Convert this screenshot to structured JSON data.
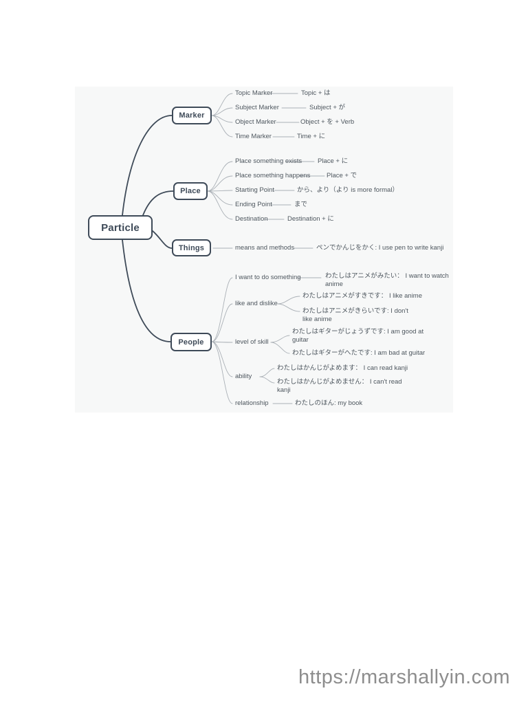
{
  "map": {
    "root": "Particle",
    "branches": [
      {
        "label": "Marker",
        "children": [
          {
            "label": "Topic Marker",
            "value": "Topic + は"
          },
          {
            "label": "Subject Marker",
            "value": "Subject + が"
          },
          {
            "label": "Object Marker",
            "value": "Object + を + Verb"
          },
          {
            "label": "Time Marker",
            "value": "Time + に"
          }
        ]
      },
      {
        "label": "Place",
        "children": [
          {
            "label": "Place something exists",
            "value": "Place + に"
          },
          {
            "label": "Place something happens",
            "value": "Place + で"
          },
          {
            "label": "Starting Point",
            "value": "から、より（より is more formal）"
          },
          {
            "label": "Ending Point",
            "value": "まで"
          },
          {
            "label": "Destination",
            "value": "Destination + に"
          }
        ]
      },
      {
        "label": "Things",
        "children": [
          {
            "label": "means and methods",
            "value": "ペンでかんじをかく: I use pen to write kanji"
          }
        ]
      },
      {
        "label": "People",
        "children": [
          {
            "label": "I want to do something",
            "value": "わたしはアニメがみたい： I want to watch anime"
          },
          {
            "label": "like and dislike",
            "values": [
              "わたしはアニメがすきです： I like anime",
              "わたしはアニメがきらいです: I don't like anime"
            ]
          },
          {
            "label": "level of skill",
            "values": [
              "わたしはギターがじょうずです: I am good at guitar",
              "わたしはギターがへたです: I am bad at guitar"
            ]
          },
          {
            "label": "ability",
            "values": [
              "わたしはかんじがよめます： I can read kanji",
              "わたしはかんじがよめません： I can't read kanji"
            ]
          },
          {
            "label": "relationship",
            "value": "わたしのほん: my book"
          }
        ]
      }
    ]
  },
  "footer": {
    "watermark": "https://marshallyin.com"
  },
  "colors": {
    "node_border": "#3e4a58",
    "edge_light": "#aab0b6",
    "leaf_text": "#4d565e",
    "panel_background": "#f7f8f8",
    "watermark_text": "#8d8d8d"
  }
}
